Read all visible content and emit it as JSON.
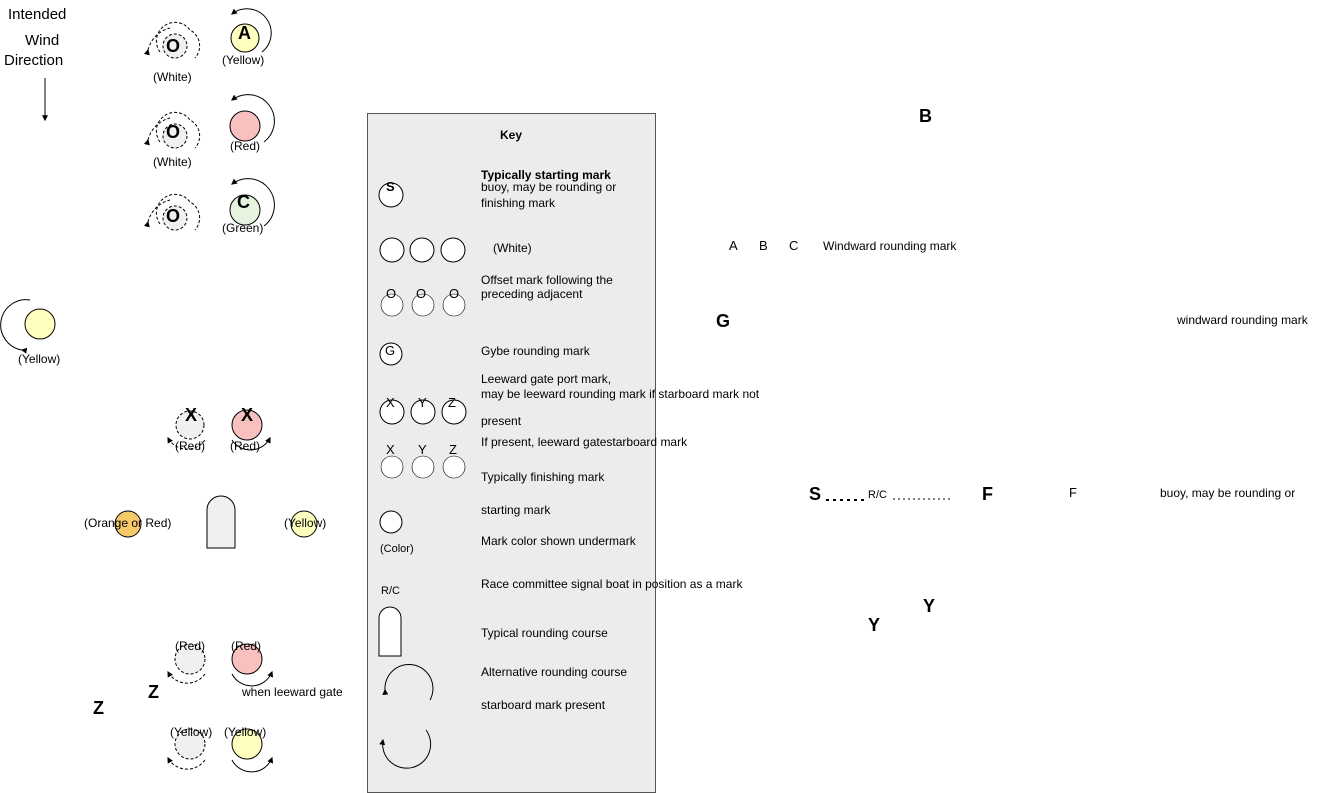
{
  "wind": {
    "line1": "Intended",
    "line2": "Wind",
    "line3": "Direction"
  },
  "left_marks": {
    "o1_letter": "O",
    "o1_label": "(White)",
    "a_letter": "A",
    "a_label": "(Yellow)",
    "o2_letter": "O",
    "o2_label": "(White)",
    "b_label": "(Red)",
    "o3_letter": "O",
    "c_letter": "C",
    "c_label": "(Green)",
    "solo_label": "(Yellow)",
    "x1_letter": "X",
    "x1_label": "(Red)",
    "x2_letter": "X",
    "x2_label": "(Red)",
    "orange_label": "(Orange or Red)",
    "yellow_label": "(Yellow)",
    "z_low_red1": "(Red)",
    "z_low_red2": "(Red)",
    "z_letter_small": "Z",
    "z_letter_big": "Z",
    "when_leeward": "when leeward gate",
    "z_yellow1": "(Yellow)",
    "z_yellow2": "(Yellow)"
  },
  "key": {
    "title": "Key",
    "start_head": "Typically starting mark",
    "start_line2": "buoy, may be rounding or",
    "start_line3": "finishing mark",
    "s_letter": "S",
    "white": "(White)",
    "offset_line1": "Offset mark following the",
    "offset_line2": "preceding adjacent",
    "offset_letters": [
      "O",
      "O",
      "O"
    ],
    "gybe": "Gybe rounding mark",
    "g_letter": "G",
    "gate_line1": "Leeward gate port mark,",
    "gate_line2": "may be leeward rounding mark if starboard mark not",
    "gate_line3": "present",
    "xyz": [
      "X",
      "Y",
      "Z"
    ],
    "xyz2": [
      "X",
      "Y",
      "Z"
    ],
    "starboard": "If present, leeward gatestarboard mark",
    "finishing": "Typically finishing mark",
    "starting": "starting mark",
    "color_label": "(Color)",
    "color_desc": "Mark color shown undermark",
    "rc_label": "R/C",
    "rc_desc": "Race committee signal boat in position as a mark",
    "typical_course": "Typical rounding course",
    "alt_course": "Alternative rounding course",
    "starboard_present": "starboard mark present"
  },
  "course": {
    "b_big": "B",
    "abc": [
      "A",
      "B",
      "C"
    ],
    "windward": "Windward rounding mark",
    "g_big": "G",
    "windward_lower": "windward rounding mark",
    "s_big": "S",
    "rc_small": "R/C",
    "f_big": "F",
    "f_small": "F",
    "buoy_text": "buoy, may be rounding or",
    "y1": "Y",
    "y2": "Y"
  },
  "colors": {
    "white_mark": "#f0f0f0",
    "yellow": "#ffffc0",
    "red": "#f9c0c0",
    "green": "#e6f3df",
    "orange": "#f7c96b",
    "key_bg": "#ececec"
  }
}
